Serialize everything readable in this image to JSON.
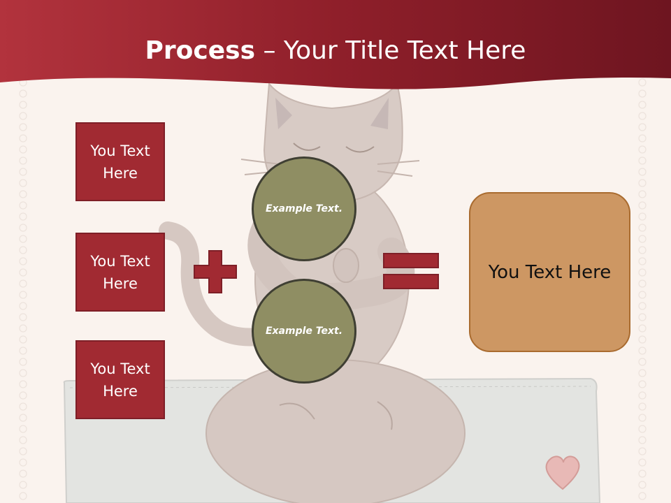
{
  "header": {
    "title_bold": "Process",
    "title_rest": " – Your Title Text Here"
  },
  "left_boxes": [
    {
      "label": "You Text Here"
    },
    {
      "label": "You Text Here"
    },
    {
      "label": "You Text Here"
    }
  ],
  "circles": [
    {
      "label": "Example Text."
    },
    {
      "label": "Example Text."
    }
  ],
  "result_box": {
    "label": "You Text Here"
  },
  "colors": {
    "header_red": "#8e1f2a",
    "box_red": "#a12a32",
    "circle_olive": "#8f8e63",
    "result_orange": "#cd9763",
    "background": "#faf3ee"
  },
  "icons": [
    "plus-icon",
    "equals-icon",
    "cat-illustration",
    "heart-icon"
  ]
}
